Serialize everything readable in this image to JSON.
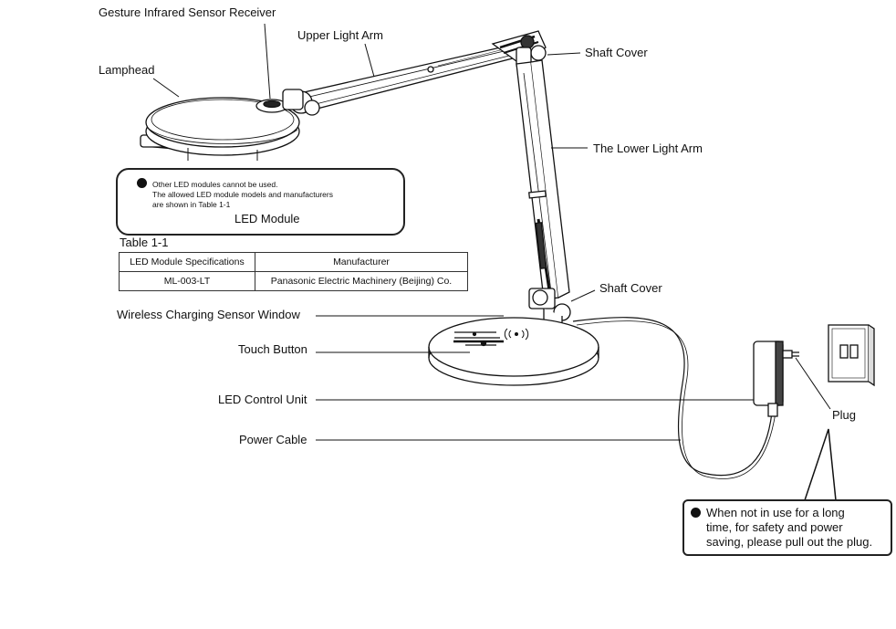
{
  "labels": {
    "gesture_sensor": "Gesture Infrared Sensor Receiver",
    "upper_arm": "Upper Light Arm",
    "lamphead": "Lamphead",
    "shaft_cover_top": "Shaft Cover",
    "lower_arm": "The Lower Light Arm",
    "led_module": "LED Module",
    "shaft_cover_bottom": "Shaft Cover",
    "wireless_window": "Wireless Charging Sensor Window",
    "touch_button": "Touch Button",
    "led_control_unit": "LED Control Unit",
    "power_cable": "Power Cable",
    "plug": "Plug"
  },
  "led_note": {
    "line1": "Other LED modules cannot be used.",
    "line2": "The allowed LED module models and manufacturers",
    "line3": "are shown in Table 1-1"
  },
  "table": {
    "title": "Table 1-1",
    "headers": [
      "LED Module Specifications",
      "Manufacturer"
    ],
    "rows": [
      [
        "ML-003-LT",
        "Panasonic Electric Machinery (Beijing) Co."
      ]
    ]
  },
  "plug_note": {
    "line1": "When not in use for a long",
    "line2": "time, for safety and power",
    "line3": "saving, please pull out the plug."
  },
  "icons": [
    "bullet-dot-icon",
    "wireless-icon",
    "power-icon"
  ]
}
